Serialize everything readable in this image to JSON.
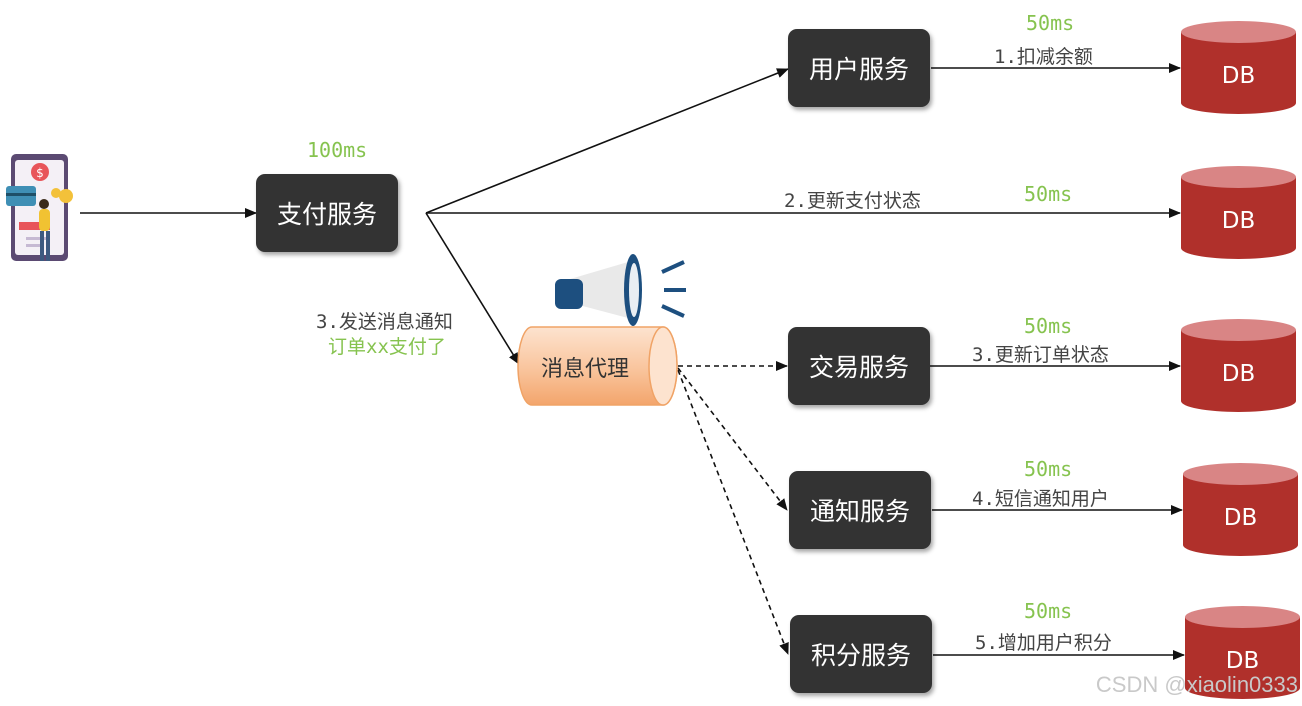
{
  "services": {
    "pay": "支付服务",
    "user": "用户服务",
    "trade": "交易服务",
    "notify": "通知服务",
    "points": "积分服务"
  },
  "broker": {
    "label": "消息代理"
  },
  "edges": {
    "deduct": "1.扣减余额",
    "update_pay_status": "2.更新支付状态",
    "send_message_line1": "3.发送消息通知",
    "send_message_line2": "订单xx支付了",
    "update_order_status": "3.更新订单状态",
    "sms_notify": "4.短信通知用户",
    "add_points": "5.增加用户积分"
  },
  "latency": {
    "pay": "100ms",
    "user": "50ms",
    "pay_status": "50ms",
    "trade": "50ms",
    "notify": "50ms",
    "points": "50ms"
  },
  "db_label": "DB",
  "watermark": "CSDN @xiaolin0333",
  "colors": {
    "service_box": "#333333",
    "db_body": "#b0302b",
    "db_top": "#d98585",
    "latency": "#86c34f",
    "broker_fill": "#f8b986"
  },
  "icons": [
    "phone-payment-icon",
    "megaphone-icon",
    "database-icon"
  ]
}
